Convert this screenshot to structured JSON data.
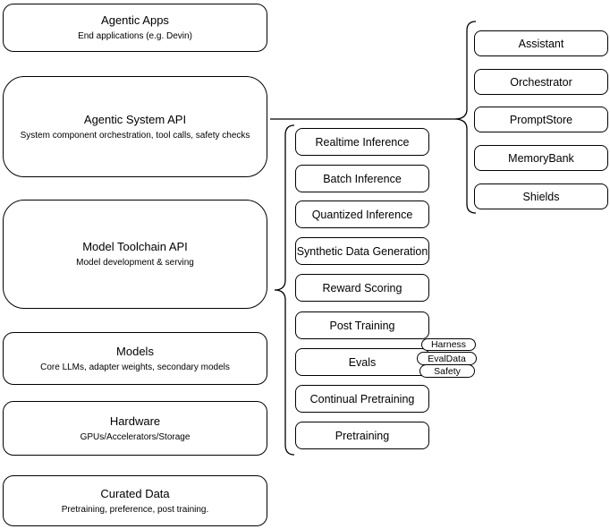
{
  "diagram": {
    "left_stack": [
      {
        "title": "Agentic Apps",
        "subtitle": "End applications (e.g. Devin)"
      },
      {
        "title": "Agentic System API",
        "subtitle": "System component orchestration, tool calls, safety checks"
      },
      {
        "title": "Model Toolchain API",
        "subtitle": "Model development & serving"
      },
      {
        "title": "Models",
        "subtitle": "Core LLMs, adapter weights, secondary models"
      },
      {
        "title": "Hardware",
        "subtitle": "GPUs/Accelerators/Storage"
      },
      {
        "title": "Curated Data",
        "subtitle": "Pretraining, preference, post training."
      }
    ],
    "toolchain_items": [
      "Realtime Inference",
      "Batch Inference",
      "Quantized Inference",
      "Synthetic Data Generation",
      "Reward Scoring",
      "Post Training",
      "Evals",
      "Continual Pretraining",
      "Pretraining"
    ],
    "evals_tags": [
      "Harness",
      "EvalData",
      "Safety"
    ],
    "system_components": [
      "Assistant",
      "Orchestrator",
      "PromptStore",
      "MemoryBank",
      "Shields"
    ],
    "colors": {
      "stroke": "#000000",
      "background": "#ffffff",
      "node_fill": "#ffffff"
    }
  }
}
